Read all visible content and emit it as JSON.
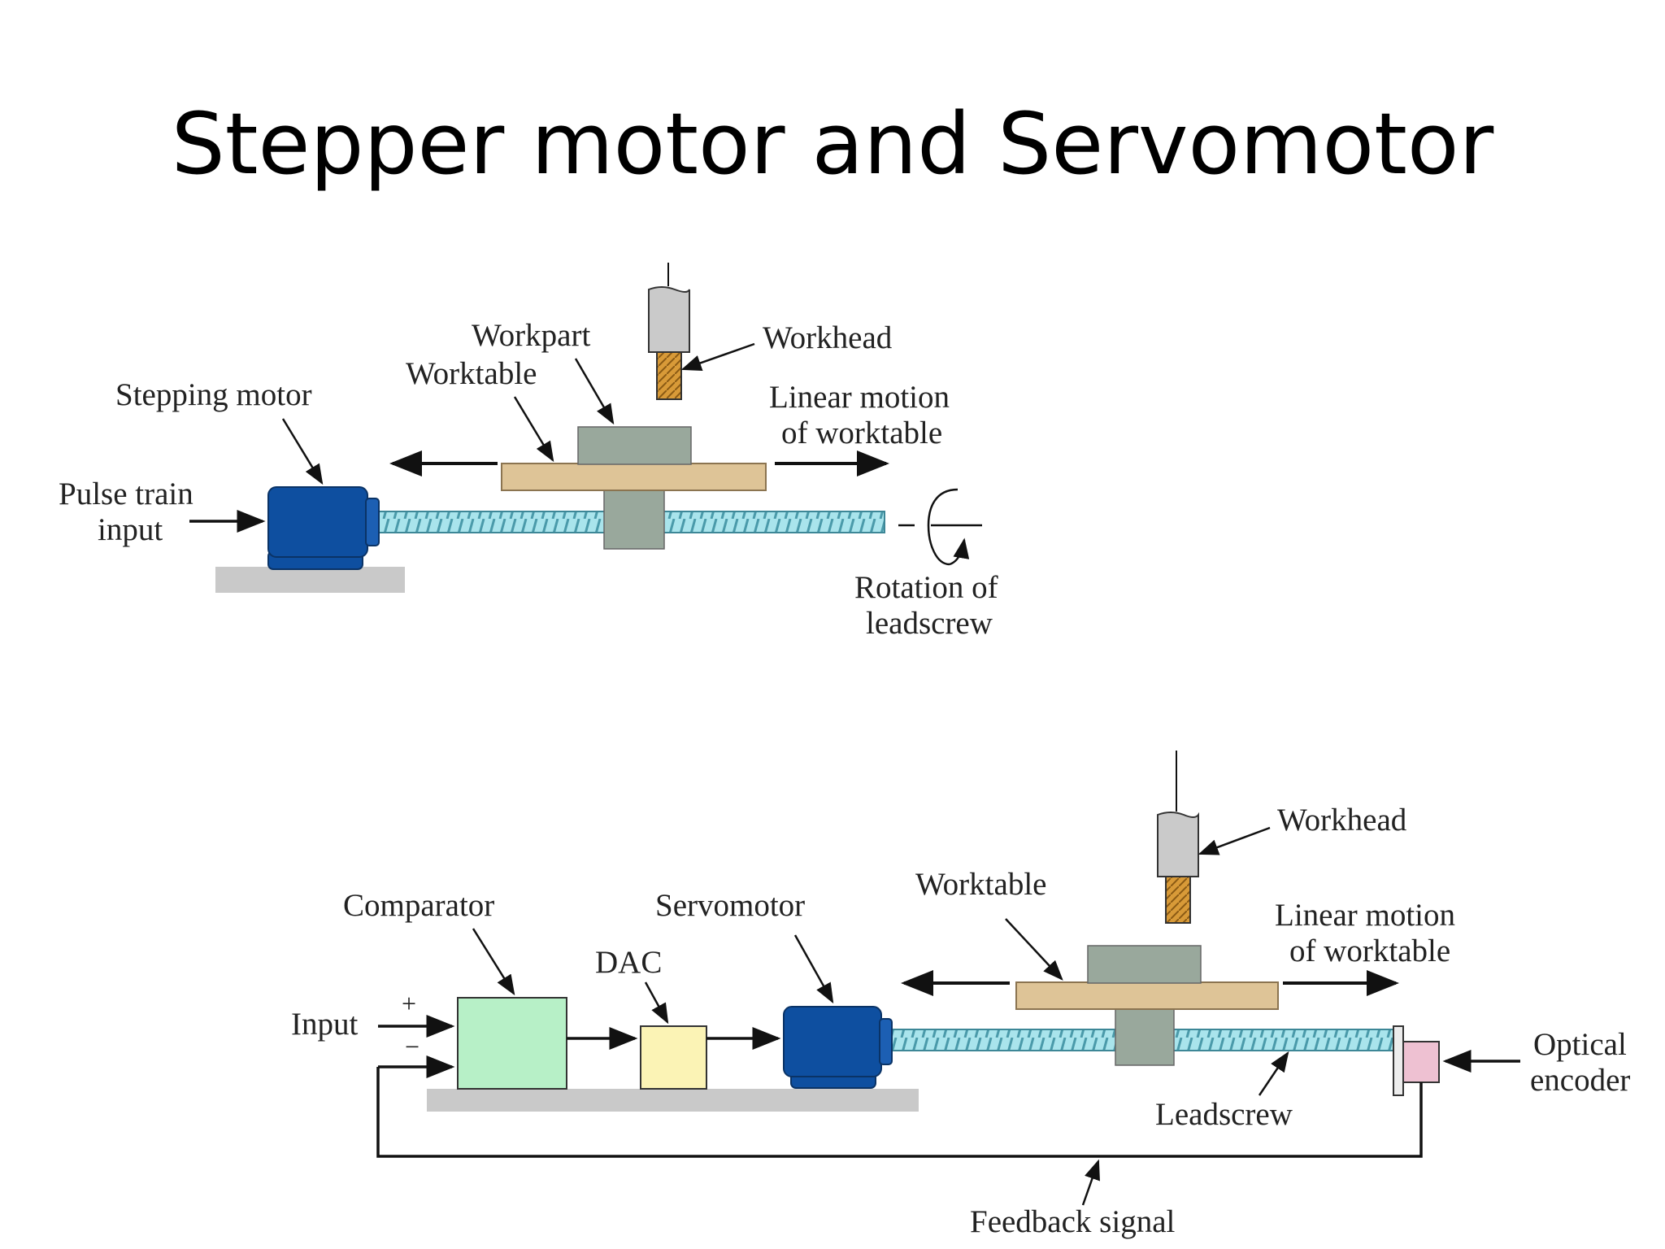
{
  "title": "Stepper motor and Servomotor",
  "colors": {
    "motor": "#0E4FA0",
    "motor_coupling": "#1C5FB3",
    "leadscrew": "#A9E4EC",
    "leadscrew_thread": "#4A9AAA",
    "worktable": "#DEC497",
    "workpart": "#99A89C",
    "nut": "#99A89C",
    "base": "#C9C9C9",
    "tool_shank": "#CACACA",
    "tool_bit": "#D89A38",
    "comparator": "#B7F0C7",
    "dac": "#FBF3B5",
    "optical_encoder": "#EEC1D2"
  },
  "stepper_diagram": {
    "labels": {
      "stepping_motor": "Stepping motor",
      "pulse_train": "Pulse train",
      "pulse_input": "input",
      "worktable": "Worktable",
      "workpart": "Workpart",
      "workhead": "Workhead",
      "linear_motion": "Linear motion",
      "of_worktable": "of worktable",
      "rotation_of": "Rotation of",
      "leadscrew": "leadscrew"
    }
  },
  "servo_diagram": {
    "labels": {
      "comparator": "Comparator",
      "servomotor": "Servomotor",
      "dac": "DAC",
      "input": "Input",
      "plus": "+",
      "minus": "−",
      "worktable": "Worktable",
      "workhead": "Workhead",
      "linear_motion": "Linear motion",
      "of_worktable": "of worktable",
      "optical": "Optical",
      "encoder": "encoder",
      "leadscrew": "Leadscrew",
      "feedback_signal": "Feedback signal"
    }
  }
}
